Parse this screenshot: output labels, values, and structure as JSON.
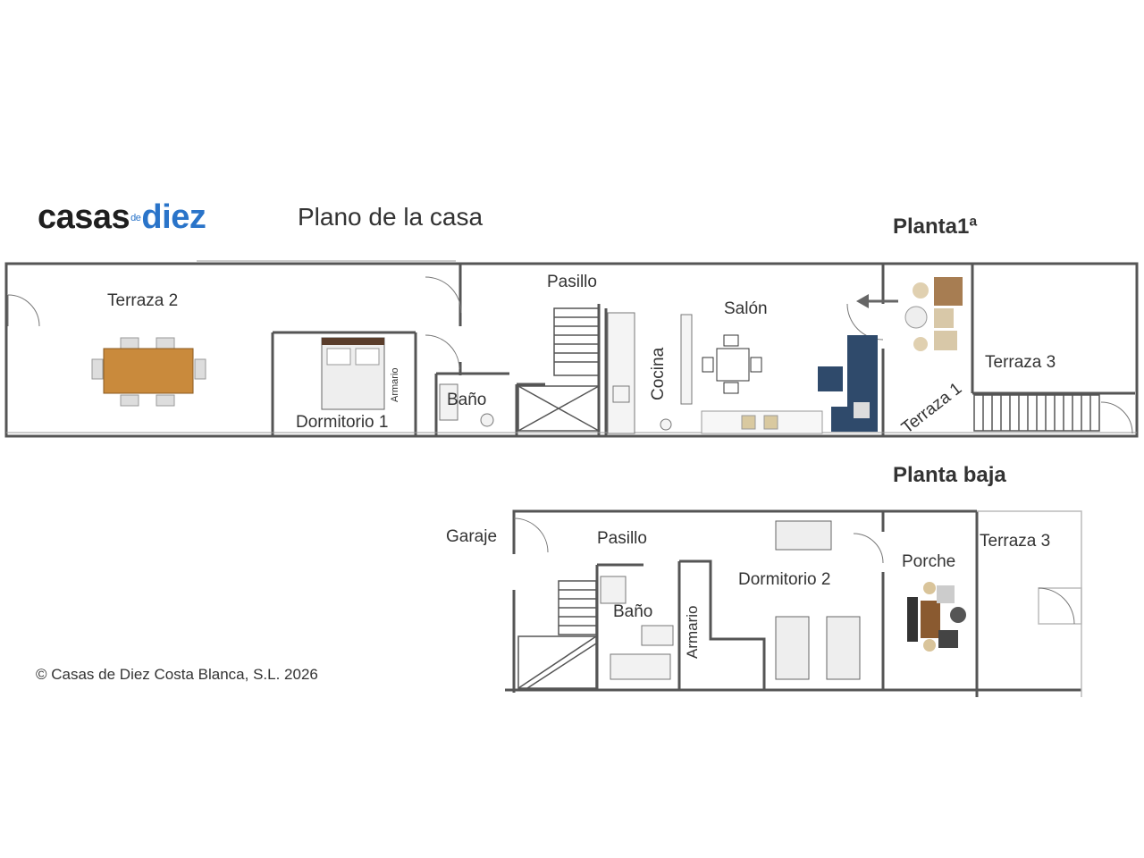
{
  "brand": {
    "casas": "casas",
    "de": "de",
    "diez": "diez",
    "accent": "#2a74c9"
  },
  "title": "Plano de la casa",
  "floors": {
    "upper": {
      "title": "Planta1ª",
      "rooms": {
        "terraza2": "Terraza 2",
        "dormitorio1": "Dormitorio 1",
        "armario": "Armario",
        "bano": "Baño",
        "pasillo": "Pasillo",
        "cocina": "Cocina",
        "salon": "Salón",
        "terraza1": "Terraza 1",
        "terraza3": "Terraza 3"
      }
    },
    "ground": {
      "title": "Planta baja",
      "rooms": {
        "garaje": "Garaje",
        "pasillo": "Pasillo",
        "bano": "Baño",
        "armario": "Armario",
        "dormitorio2": "Dormitorio 2",
        "porche": "Porche",
        "terraza3": "Terraza 3"
      }
    }
  },
  "copyright": "© Casas de Diez Costa Blanca, S.L. 2026",
  "colors": {
    "wall": "#555555",
    "table": "#c98a3c",
    "sofa": "#2f4a6b",
    "floor": "#ffffff"
  }
}
